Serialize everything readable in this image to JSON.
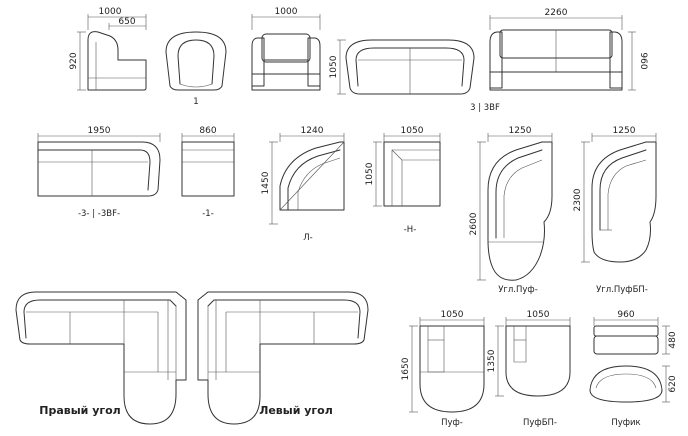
{
  "dims": {
    "armchair_side_w": "1000",
    "armchair_side_d": "650",
    "armchair_side_h": "920",
    "armchair_front_w": "1000",
    "sofa_small_h": "1050",
    "sofa_big_w": "2260",
    "sofa_big_h": "960",
    "mod_38f_w": "1950",
    "mod_1_w": "860",
    "mod_l_w": "1240",
    "mod_l_h": "1450",
    "mod_h_w": "1050",
    "mod_h_h": "1050",
    "corner_puf_w": "1250",
    "corner_puf_h": "2600",
    "corner_pufbp_w": "1250",
    "corner_pufbp_h": "2300",
    "puf_w": "1050",
    "puf_h": "1650",
    "pufbp_w": "1050",
    "pufbp_h": "1350",
    "pufik_w": "960",
    "pufik_h1": "480",
    "pufik_h2": "620"
  },
  "labels": {
    "armchair": "1",
    "sofa": "3 | 3BF",
    "mod_38f": "-3- | -3BF-",
    "mod_1": "-1-",
    "mod_l": "Л-",
    "mod_h": "-H-",
    "corner_puf": "Угл.Пуф-",
    "corner_pufbp": "Угл.ПуфБП-",
    "right_corner": "Правый угол",
    "left_corner": "Левый угол",
    "puf": "Пуф-",
    "pufbp": "ПуфБП-",
    "pufik": "Пуфик"
  }
}
